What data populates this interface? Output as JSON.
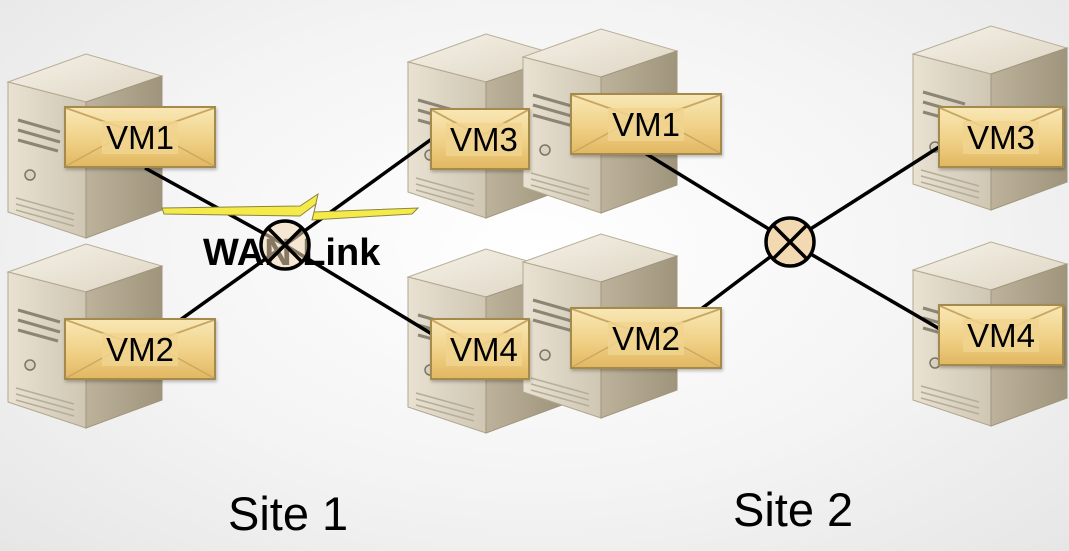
{
  "site1": {
    "label": "Site 1",
    "vms": [
      "VM1",
      "VM2",
      "VM3",
      "VM4"
    ]
  },
  "site2": {
    "label": "Site 2",
    "vms": [
      "VM1",
      "VM2",
      "VM3",
      "VM4"
    ]
  },
  "wan_link": {
    "label": "WAN Link"
  },
  "colors": {
    "vm_fill": "#f0d187",
    "vm_border": "#a58a4e",
    "switch_fill": "#f3d9b2",
    "lightning": "#f4ea4a"
  }
}
